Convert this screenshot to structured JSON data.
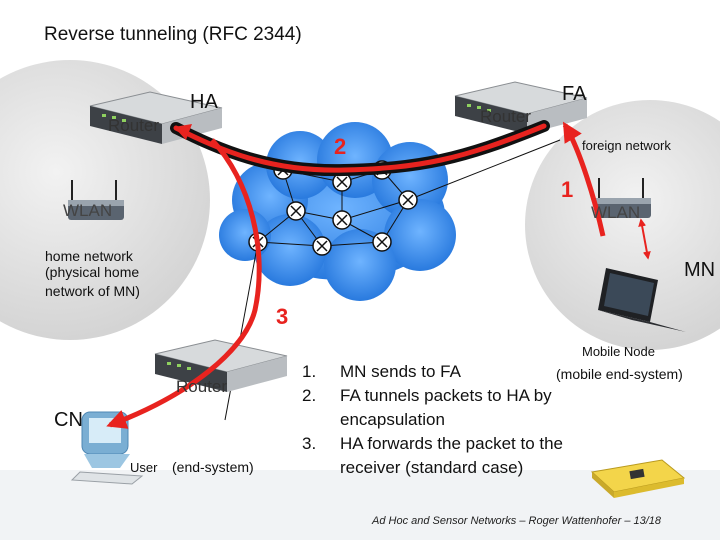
{
  "slide": {
    "title": "Reverse tunneling (RFC 2344)",
    "footer": "Ad Hoc and Sensor Networks – Roger Wattenhofer – 13/18"
  },
  "labels": {
    "ha": "HA",
    "fa": "FA",
    "router_home": "Router",
    "router_foreign": "Router",
    "router_cn": "Router",
    "wlan_home": "WLAN",
    "wlan_foreign": "WLAN",
    "foreign_network": "foreign network",
    "home_network": "home network",
    "home_network_sub1": "(physical home",
    "home_network_sub2": "network of MN)",
    "mn": "MN",
    "mobile_node": "Mobile Node",
    "mobile_node_sub": "(mobile end-system)",
    "cn": "CN",
    "user": "User",
    "user_sub": "(end-system)"
  },
  "path_numbers": {
    "one": "1",
    "two": "2",
    "three": "3"
  },
  "steps": [
    {
      "num": "1.",
      "text": "MN sends to FA"
    },
    {
      "num": "2.",
      "text": "FA tunnels packets to HA by encapsulation"
    },
    {
      "num": "3.",
      "text": "HA forwards the packet to the receiver (standard case)"
    }
  ],
  "colors": {
    "path_red": "#e8231f",
    "tunnel_black": "#111111",
    "cloud_blue": "#2f86ee",
    "router_node": "#ffffff",
    "network_globe": "#dedede"
  },
  "icons": {
    "router": "router-icon",
    "wlan": "wireless-access-point-icon",
    "laptop": "laptop-icon",
    "desktop": "desktop-computer-icon",
    "sensor": "sensor-board-icon",
    "cloud": "internet-cloud-icon"
  }
}
